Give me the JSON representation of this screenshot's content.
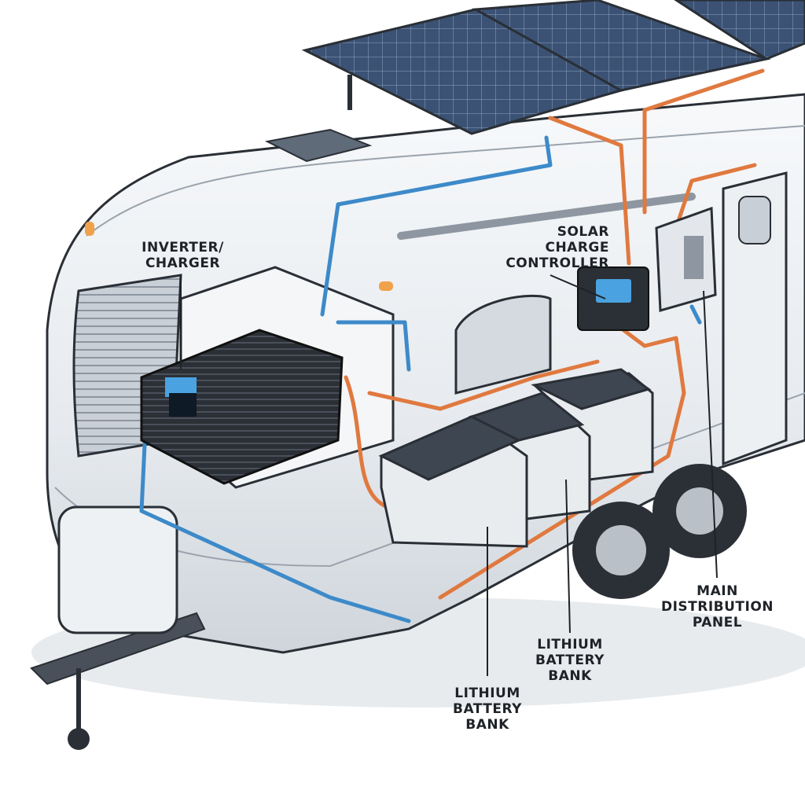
{
  "labels": {
    "inverter_charger": [
      "INVERTER/",
      "CHARGER"
    ],
    "solar_charge_controller": [
      "SOLAR",
      "CHARGE",
      "CONTROLLER"
    ],
    "main_distribution_panel": [
      "MAIN",
      "DISTRIBUTION",
      "PANEL"
    ],
    "battery_bank_upper": [
      "LITHIUM",
      "BATTERY",
      "BANK"
    ],
    "battery_bank_lower": [
      "LITHIUM",
      "BATTERY",
      "BANK"
    ]
  },
  "colors": {
    "dc_wire": "#e0793f",
    "ac_wire": "#3d8ac9",
    "solar_panel": "#3a4f6e",
    "battery": "#e9ecef",
    "inverter": "#2b2f36",
    "trailer_body": "#eef1f4"
  }
}
